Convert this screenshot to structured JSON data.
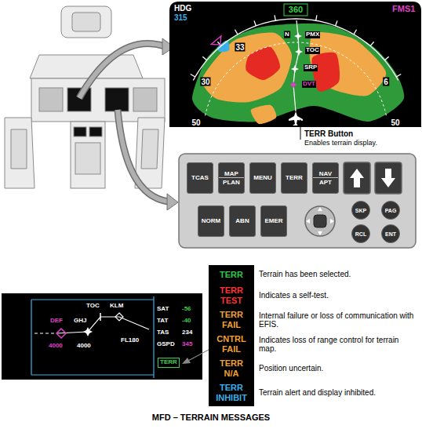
{
  "diagram": {
    "caption": "MFD – TERRAIN MESSAGES",
    "nodes": [
      {
        "text": [
          "TCAS"
        ]
      },
      {
        "text": [
          "MAP PLAN"
        ]
      },
      {
        "text": [
          "MENU"
        ]
      },
      {
        "text": [
          "TERR"
        ]
      },
      {
        "text": [
          "NAV APT"
        ]
      },
      {
        "text": [
          "NORM"
        ]
      },
      {
        "text": [
          "ABN"
        ]
      },
      {
        "text": [
          "EMER"
        ]
      },
      {
        "text": [
          "SKP"
        ]
      },
      {
        "text": [
          "PAG"
        ]
      },
      {
        "text": [
          "RCL"
        ]
      },
      {
        "text": [
          "ENT"
        ]
      },
      {
        "text": [
          "TERR"
        ]
      },
      {
        "text": [
          "TERR TEST"
        ]
      },
      {
        "text": [
          "TERR FAIL"
        ]
      },
      {
        "text": [
          "CNTRL FAIL"
        ]
      },
      {
        "text": [
          "TERR N/A"
        ]
      },
      {
        "text": [
          "TERR INHIBIT"
        ]
      }
    ],
    "labels": [
      "HDG",
      "315",
      "360",
      "FMS1",
      "N",
      "PMX",
      "33",
      "TOC",
      "30",
      "6",
      "SRP",
      "DVT",
      "50",
      "50",
      "TERR Button",
      "Enables terrain display.",
      "TOC",
      "KLM",
      "DEF",
      "GHJ",
      "4000",
      "4000",
      "FL180",
      "SAT",
      "-56",
      "TAT",
      "-40",
      "TAS",
      "234",
      "GSPD",
      "345",
      "TERR",
      "Terrain has been selected.",
      "Indicates a self-test.",
      "Internal failure or loss of communication with EFIS.",
      "Indicates loss of range control for terrain map.",
      "Position uncertain.",
      "Terrain alert and display inhibited."
    ]
  }
}
